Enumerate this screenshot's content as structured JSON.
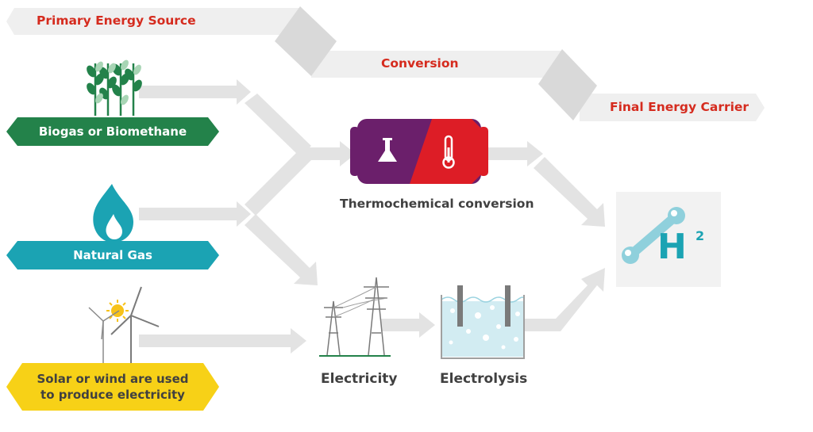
{
  "stages": {
    "primary": "Primary Energy Source",
    "conversion": "Conversion",
    "final": "Final Energy Carrier"
  },
  "sources": {
    "biogas": "Biogas or Biomethane",
    "natural_gas": "Natural Gas",
    "renewables": [
      "Solar or wind are used",
      "to produce electricity"
    ]
  },
  "processes": {
    "thermochemical": "Thermochemical conversion",
    "electricity": "Electricity",
    "electrolysis": "Electrolysis"
  },
  "product": {
    "symbol": "H",
    "subscript": "2"
  },
  "colors": {
    "stage_text": "#d52b1e",
    "biogas_green": "#23824a",
    "natural_gas_teal": "#1ba3b3",
    "solar_yellow": "#f7d117",
    "thermo_purple": "#6b1f6b",
    "thermo_red": "#dd1d26",
    "arrow_gray": "#e3e3e3",
    "h2_blue": "#1ba3b3"
  }
}
